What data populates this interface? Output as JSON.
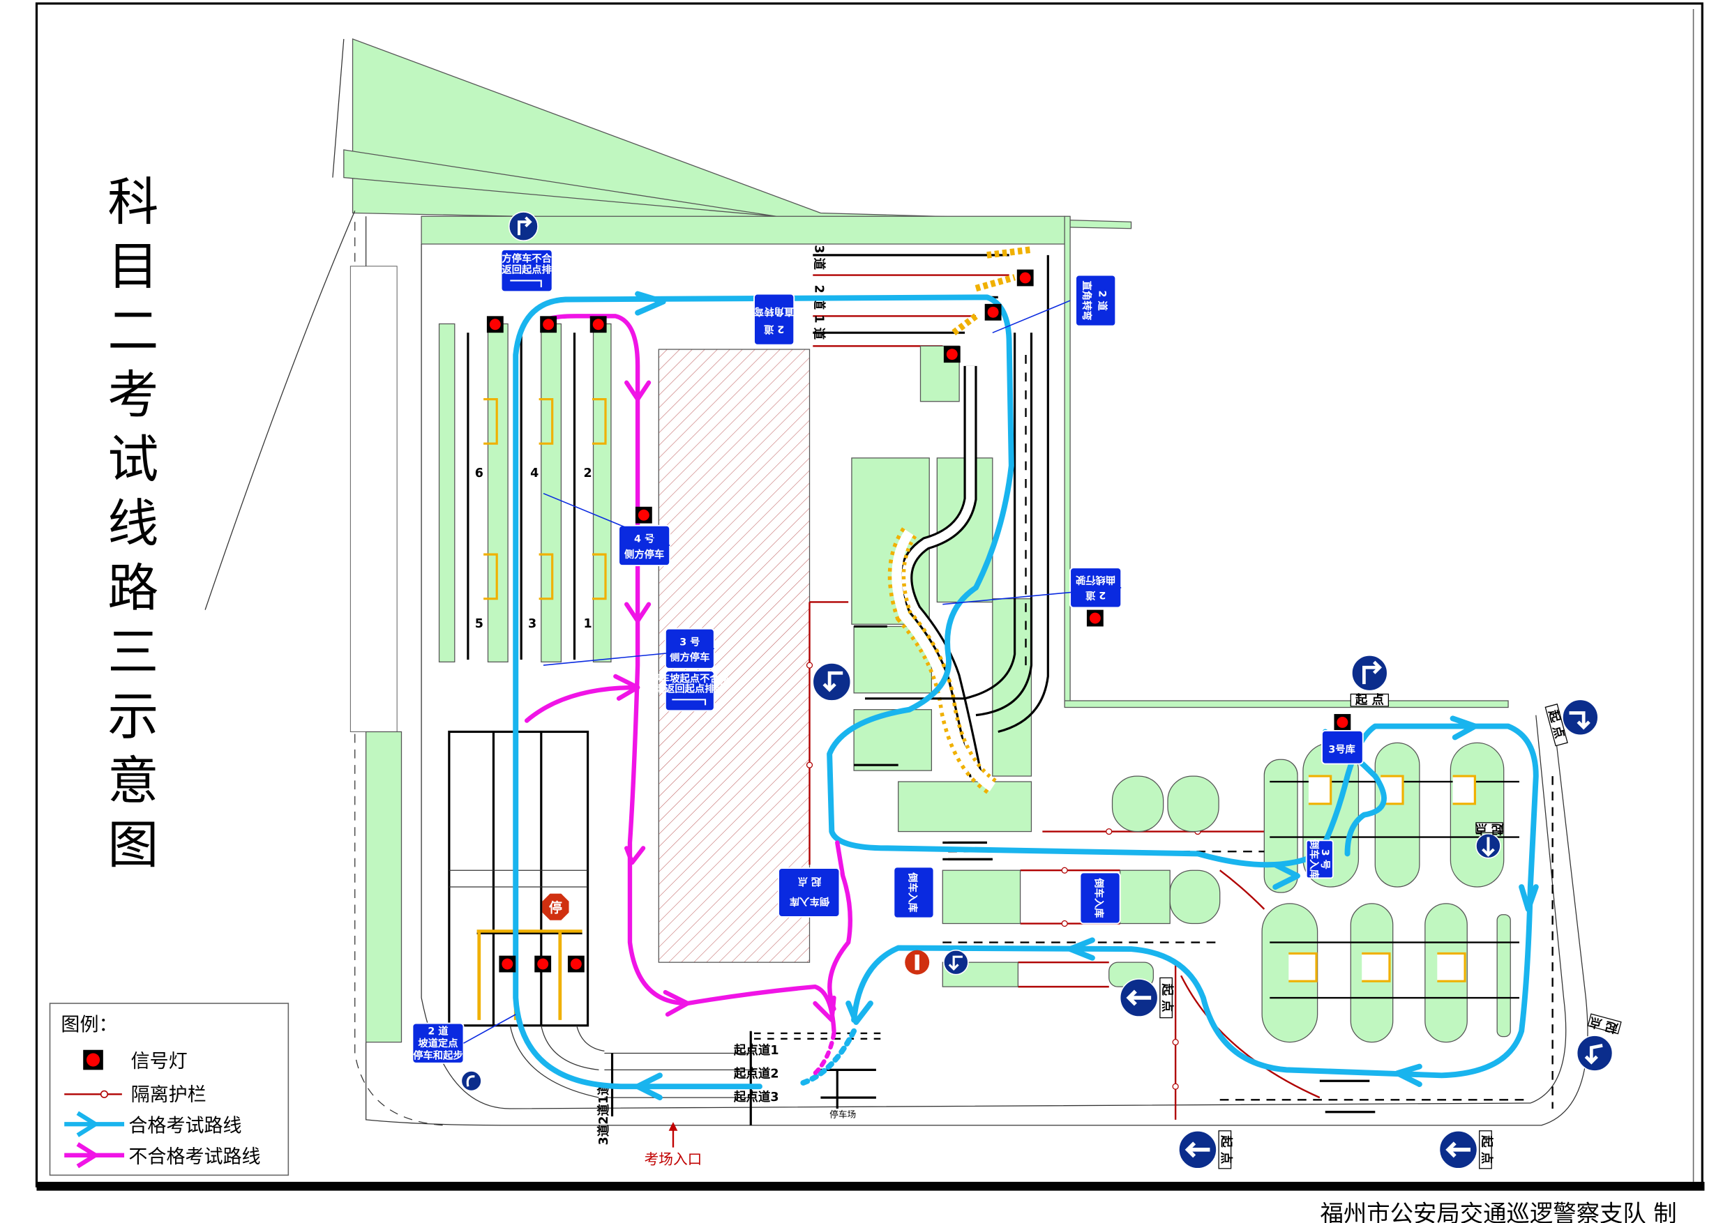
{
  "title": "科目二考试线路三示意图",
  "footer": "福州市公安局交通巡逻警察支队  制",
  "entrance_label": "考场入口",
  "parking_lot_label": "停车场",
  "stop_sign": "停",
  "colors": {
    "pass_route": "#19b4ee",
    "fail_route": "#f014e6",
    "grass": "#c0f7c0",
    "sign_blue": "#0a2ae0",
    "fence": "#b00000",
    "signal_red": "#ff0000"
  },
  "lanes_top": [
    "3 道",
    "2 道",
    "1 道"
  ],
  "parking_numbers": [
    "6",
    "4",
    "2",
    "5",
    "3",
    "1"
  ],
  "bottom_lanes_vertical": "3道2道1道",
  "start_lanes": [
    "起点道1",
    "起点道2",
    "起点道3"
  ],
  "start_label": "起 点",
  "signs": {
    "side_parking_fail": [
      "侧方停车不合格",
      "请返回起点排队"
    ],
    "right_angle_2a": [
      "2 道",
      "直角转弯"
    ],
    "right_angle_2b": [
      "2 道",
      "直角转弯"
    ],
    "side_parking_4": [
      "4 号",
      "侧方停车"
    ],
    "side_parking_3": [
      "3 号",
      "侧方停车"
    ],
    "slope_fail": [
      "停车坡起点不合格",
      "请返回起点排队"
    ],
    "curve_2": [
      "2 道",
      "曲线行驶"
    ],
    "reverse_start": [
      "倒车入库",
      "起 点"
    ],
    "reverse_a": [
      "倒车入库"
    ],
    "reverse_b": [
      "倒车入库"
    ],
    "garage_3": [
      "3号库"
    ],
    "garage_3_reverse": [
      "3 号",
      "倒车入库"
    ],
    "slope_2": [
      "2 道",
      "坡道定点",
      "停车和起步"
    ]
  },
  "icons": [
    "turn-right-icon",
    "turn-left-icon",
    "arrow-left-icon",
    "arrow-down-icon",
    "no-entry-icon",
    "signal-light-icon"
  ],
  "legend": {
    "title": "图例：",
    "items": [
      {
        "icon": "signal-light-icon",
        "label": "信号灯"
      },
      {
        "icon": "fence-icon",
        "label": "隔离护栏"
      },
      {
        "icon": "pass-route-icon",
        "label": "合格考试路线"
      },
      {
        "icon": "fail-route-icon",
        "label": "不合格考试路线"
      }
    ]
  }
}
